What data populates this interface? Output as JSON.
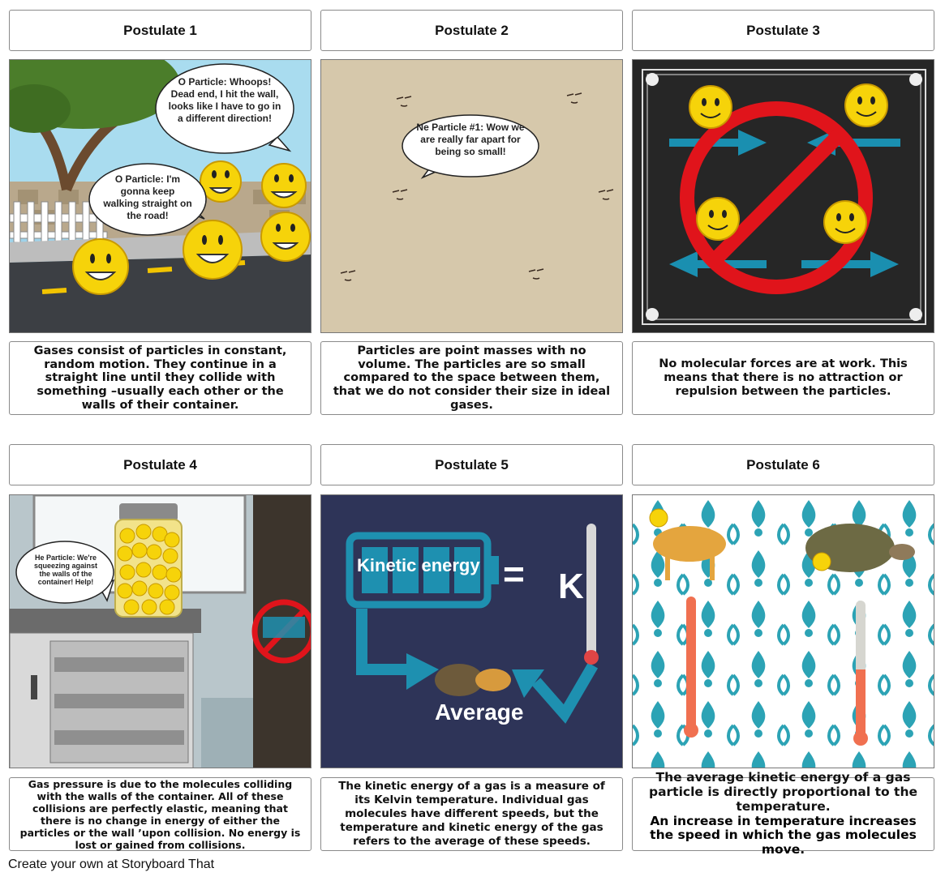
{
  "panels": [
    {
      "title": "Postulate 1",
      "caption": "Gases consist of particles in constant, random motion. They continue in a straight line until they collide with something –usually each other or the walls of their container.",
      "bubble1": "O Particle: Whoops! Dead end, I hit the wall, looks like I have to go in a different direction!",
      "bubble2": "O Particle: I'm gonna keep walking straight on the road!"
    },
    {
      "title": "Postulate 2",
      "caption": "Particles are point masses with no volume. The particles are so small compared to the space between them, that we do not consider their size in ideal gases.",
      "bubble1": "Ne Particle #1: Wow we are really far apart for being so small!"
    },
    {
      "title": "Postulate 3",
      "caption": "No molecular forces are at work. This means that there is no attraction or repulsion between the particles."
    },
    {
      "title": "Postulate 4",
      "caption": "Gas pressure is due to the molecules colliding with the walls of the container. All of these collisions are perfectly elastic, meaning that there is no change in energy of either the particles or the wall ’upon collision. No energy is lost or gained from collisions.",
      "bubble1": "He Particle: We're squeezing against the walls of the container! Help!"
    },
    {
      "title": "Postulate 5",
      "caption": "The kinetic energy of a gas is a measure of its Kelvin temperature. Individual gas molecules have different speeds, but the temperature and kinetic energy of the gas refers to the average of these speeds.",
      "label_ke": "Kinetic energy",
      "label_eq": "=",
      "label_k": "K",
      "label_avg": "Average"
    },
    {
      "title": "Postulate 6",
      "caption_a": "The average kinetic energy of a gas particle is directly proportional to the temperature.",
      "caption_b": "An increase in temperature increases the speed in which the gas molecules move."
    }
  ],
  "footer": "Create your own at Storyboard That",
  "colors": {
    "smiley": "#f6d30a",
    "teal": "#1e90b0",
    "red": "#e0141b",
    "thermo": "#f07050"
  }
}
